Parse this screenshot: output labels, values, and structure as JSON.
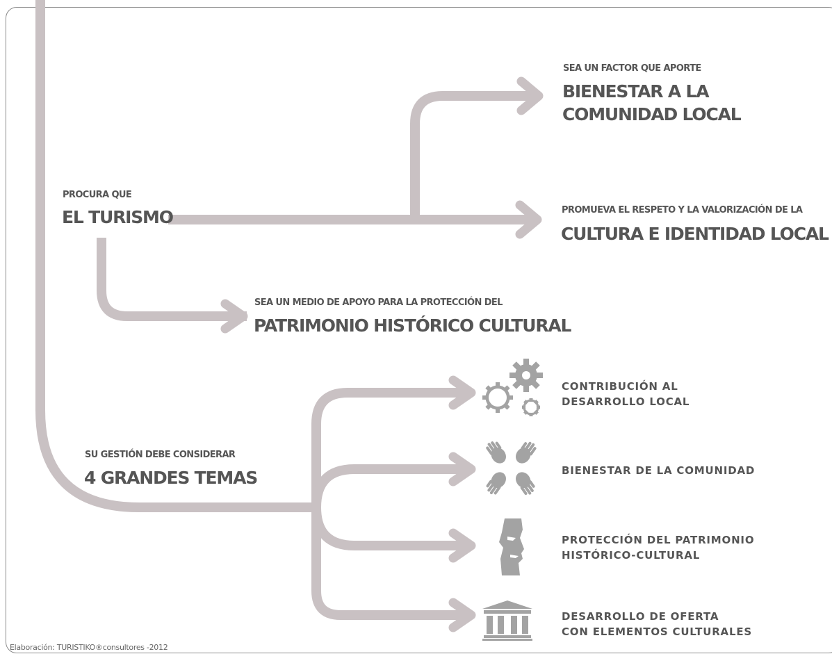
{
  "colors": {
    "flow": "#c9c1c3",
    "text": "#555555",
    "icon": "#a3a3a3",
    "border": "#8a8a8a"
  },
  "turismo": {
    "lead": "PROCURA QUE",
    "title": "EL TURISMO"
  },
  "outcomes": [
    {
      "lead": "SEA UN FACTOR QUE APORTE",
      "title_line1": "BIENESTAR A LA",
      "title_line2": "COMUNIDAD LOCAL"
    },
    {
      "lead": "PROMUEVA EL RESPETO Y LA VALORIZACIÓN DE LA",
      "title": "CULTURA E IDENTIDAD LOCAL"
    },
    {
      "lead": "SEA UN MEDIO DE APOYO PARA LA PROTECCIÓN DEL",
      "title": "PATRIMONIO HISTÓRICO CULTURAL"
    }
  ],
  "gestion": {
    "lead": "SU GESTIÓN DEBE CONSIDERAR",
    "title": "4 GRANDES TEMAS"
  },
  "topics": [
    {
      "line1": "CONTRIBUCIÓN AL",
      "line2": "DESARROLLO LOCAL",
      "icon": "gears-icon"
    },
    {
      "line1": "BIENESTAR DE LA COMUNIDAD",
      "line2": "",
      "icon": "hands-icon"
    },
    {
      "line1": "PROTECCIÓN DEL PATRIMONIO",
      "line2": "HISTÓRICO-CULTURAL",
      "icon": "moai-icon"
    },
    {
      "line1": "DESARROLLO DE OFERTA",
      "line2": "CON ELEMENTOS CULTURALES",
      "icon": "temple-icon"
    }
  ],
  "credit": "Elaboración: TURISTIKO®consultores -2012"
}
